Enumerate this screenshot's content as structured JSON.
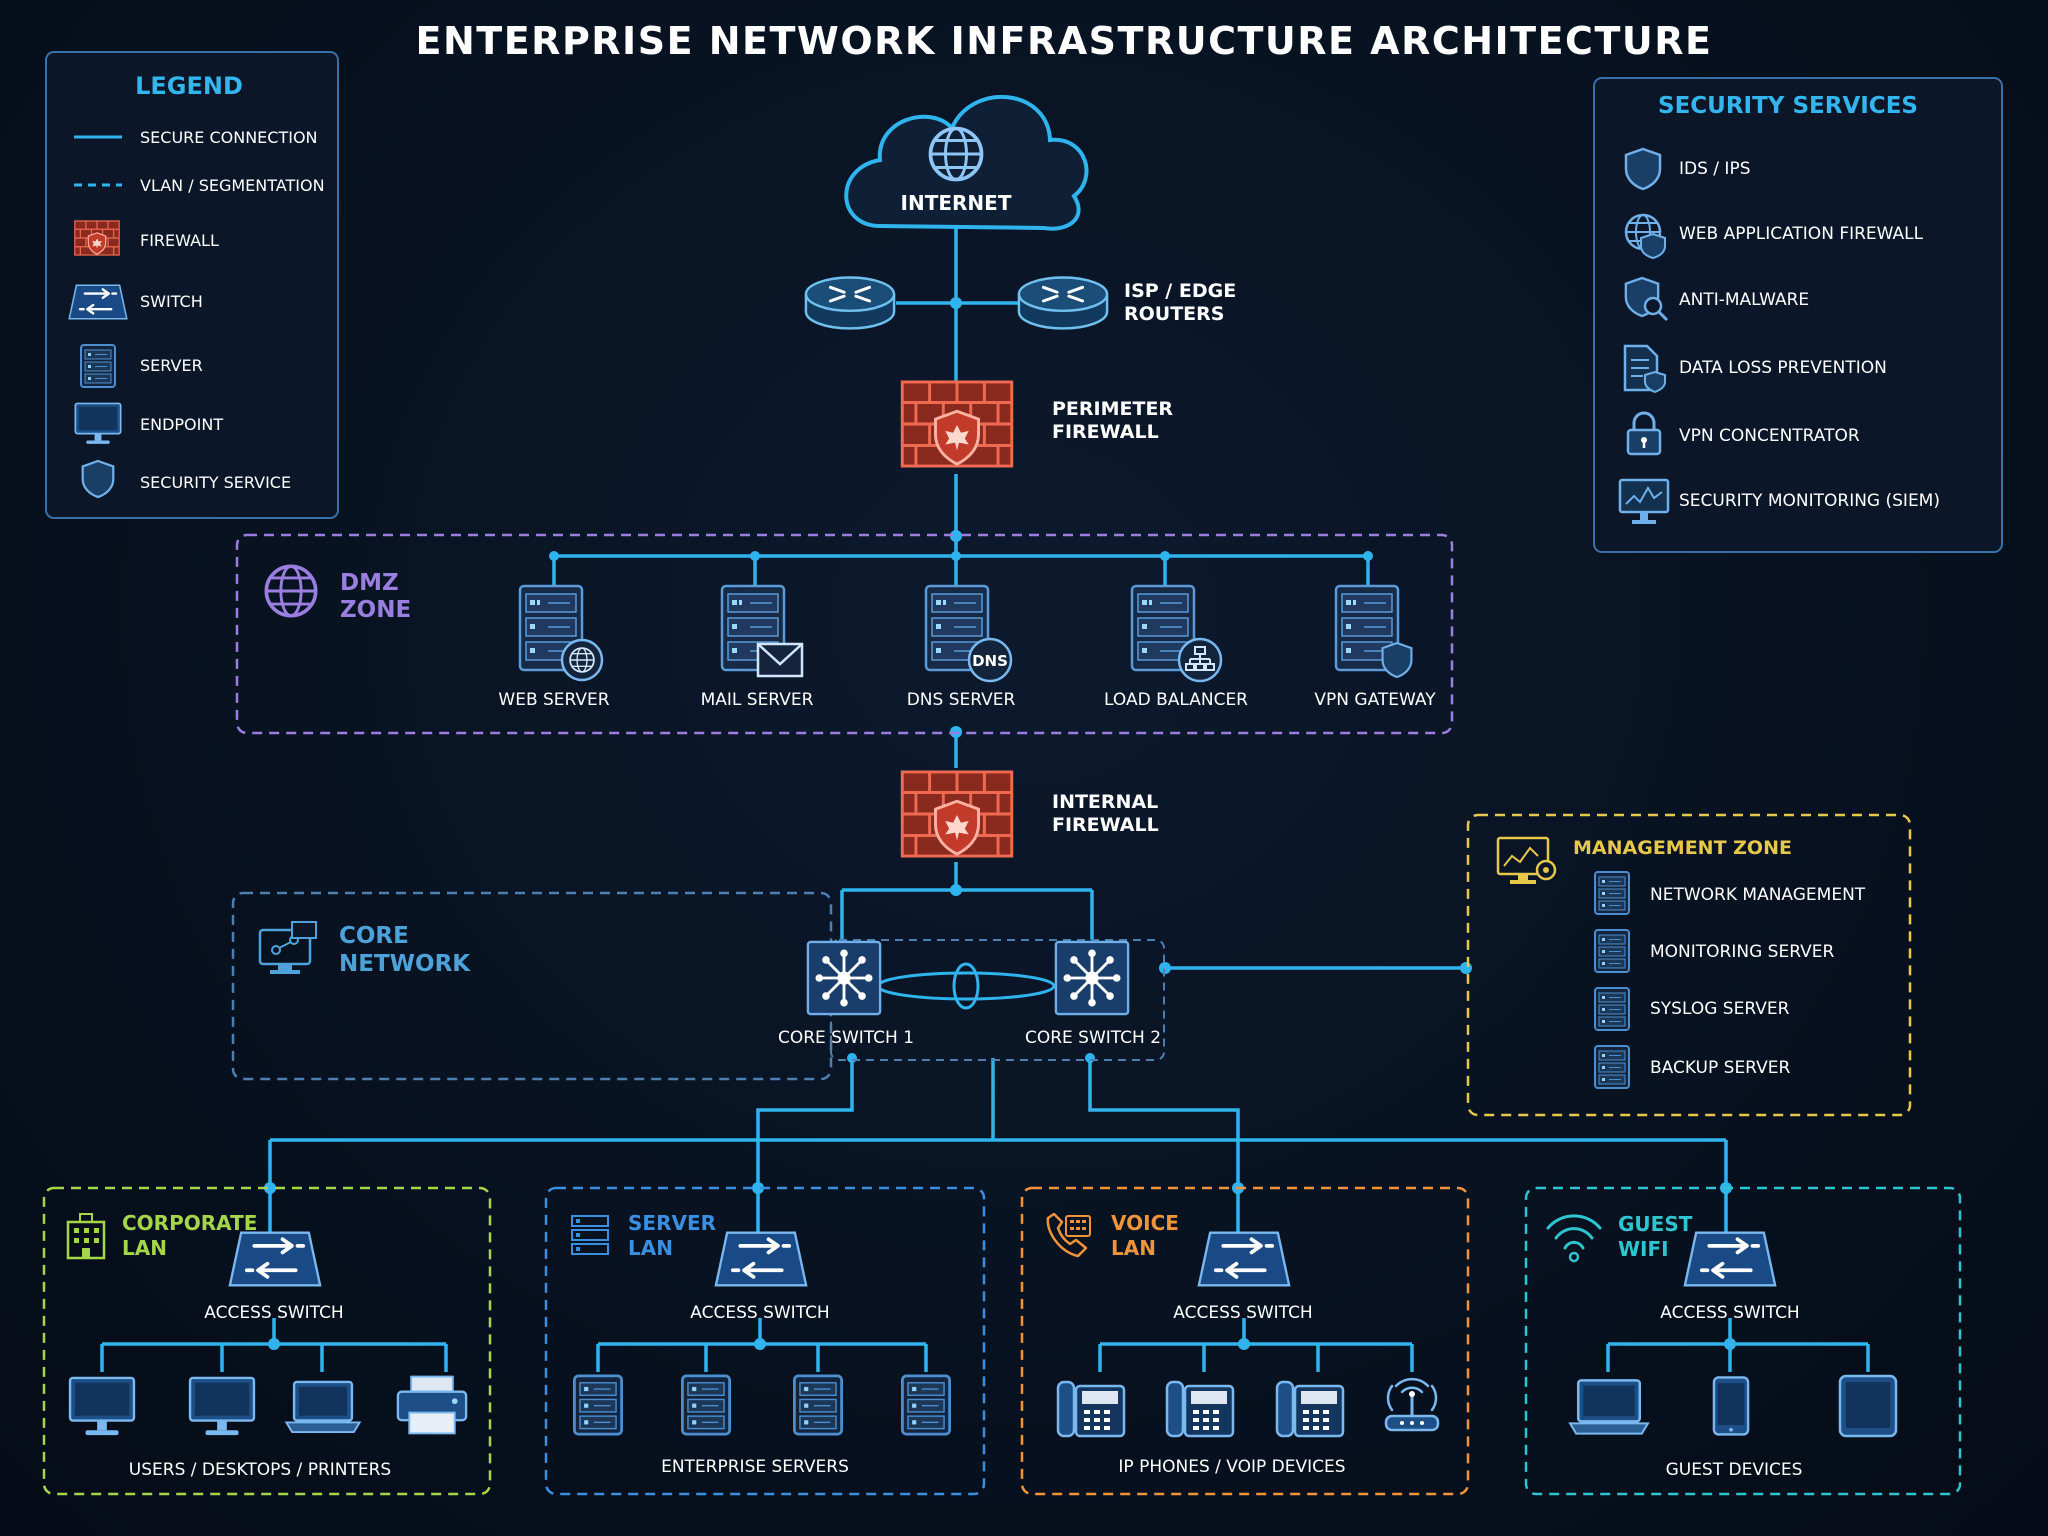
{
  "title": "ENTERPRISE NETWORK INFRASTRUCTURE ARCHITECTURE",
  "colors": {
    "background": "#07111f",
    "connection": "#2fb4ee",
    "firewall": "#e2553f",
    "dmz": "#9b7fe0",
    "core": "#4da3d9",
    "management": "#e8c84a",
    "corporate": "#a5d64a",
    "server_lan": "#3a8fe0",
    "voice": "#f0943a",
    "guest": "#2ec4d0",
    "text": "#ffffff"
  },
  "legend": {
    "title": "LEGEND",
    "items": [
      {
        "label": "SECURE CONNECTION",
        "icon": "solid-line-icon"
      },
      {
        "label": "VLAN / SEGMENTATION",
        "icon": "dashed-line-icon"
      },
      {
        "label": "FIREWALL",
        "icon": "firewall-icon"
      },
      {
        "label": "SWITCH",
        "icon": "switch-icon"
      },
      {
        "label": "SERVER",
        "icon": "server-icon"
      },
      {
        "label": "ENDPOINT",
        "icon": "monitor-icon"
      },
      {
        "label": "SECURITY SERVICE",
        "icon": "shield-icon"
      }
    ]
  },
  "security_services": {
    "title": "SECURITY SERVICES",
    "items": [
      {
        "label": "IDS / IPS",
        "icon": "shield-icon"
      },
      {
        "label": "WEB APPLICATION FIREWALL",
        "icon": "globe-shield-icon"
      },
      {
        "label": "ANTI-MALWARE",
        "icon": "shield-search-icon"
      },
      {
        "label": "DATA LOSS PREVENTION",
        "icon": "document-shield-icon"
      },
      {
        "label": "VPN CONCENTRATOR",
        "icon": "lock-icon"
      },
      {
        "label": "SECURITY MONITORING (SIEM)",
        "icon": "monitor-chart-icon"
      }
    ]
  },
  "internet": {
    "label": "INTERNET"
  },
  "routers": {
    "label_line1": "ISP / EDGE",
    "label_line2": "ROUTERS"
  },
  "perimeter_firewall": {
    "label_line1": "PERIMETER",
    "label_line2": "FIREWALL"
  },
  "dmz": {
    "title_line1": "DMZ",
    "title_line2": "ZONE",
    "servers": [
      {
        "label": "WEB SERVER",
        "badge_icon": "globe-icon"
      },
      {
        "label": "MAIL SERVER",
        "badge_icon": "envelope-icon"
      },
      {
        "label": "DNS SERVER",
        "badge_text": "DNS"
      },
      {
        "label": "LOAD BALANCER",
        "badge_icon": "hierarchy-icon"
      },
      {
        "label": "VPN GATEWAY",
        "badge_icon": "shield-icon"
      }
    ]
  },
  "internal_firewall": {
    "label_line1": "INTERNAL",
    "label_line2": "FIREWALL"
  },
  "core": {
    "title_line1": "CORE",
    "title_line2": "NETWORK",
    "switch1": "CORE SWITCH 1",
    "switch2": "CORE SWITCH 2"
  },
  "management": {
    "title": "MANAGEMENT ZONE",
    "items": [
      "NETWORK MANAGEMENT",
      "MONITORING SERVER",
      "SYSLOG SERVER",
      "BACKUP SERVER"
    ]
  },
  "zones": [
    {
      "title_line1": "CORPORATE",
      "title_line2": "LAN",
      "switch": "ACCESS SWITCH",
      "caption": "USERS / DESKTOPS / PRINTERS"
    },
    {
      "title_line1": "SERVER",
      "title_line2": "LAN",
      "switch": "ACCESS SWITCH",
      "caption": "ENTERPRISE SERVERS"
    },
    {
      "title_line1": "VOICE",
      "title_line2": "LAN",
      "switch": "ACCESS SWITCH",
      "caption": "IP PHONES / VOIP DEVICES"
    },
    {
      "title_line1": "GUEST",
      "title_line2": "WIFI",
      "switch": "ACCESS SWITCH",
      "caption": "GUEST DEVICES"
    }
  ]
}
